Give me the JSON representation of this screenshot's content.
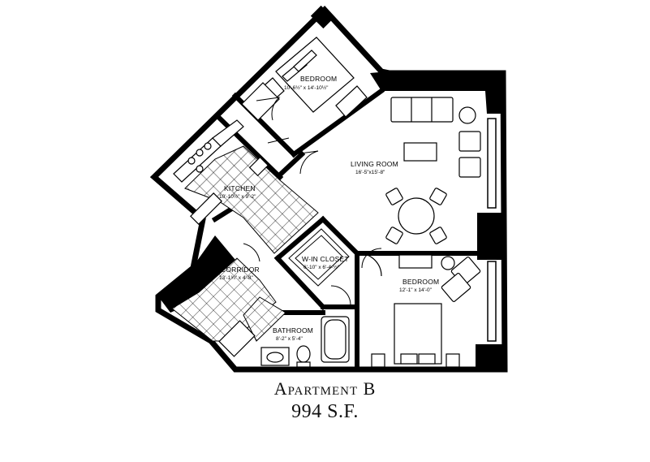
{
  "caption": {
    "title": "Apartment B",
    "area": "994 S.F."
  },
  "rooms": {
    "bedroom_top": {
      "name": "BEDROOM",
      "dims": "10'-6½\" x 14'-10½\""
    },
    "living_room": {
      "name": "LIVING ROOM",
      "dims": "16'-5\"x15'-8\""
    },
    "kitchen": {
      "name": "KITCHEN",
      "dims": "10'-10½\" x 9'-2\""
    },
    "walk_in_closet": {
      "name": "W-IN CLOSET",
      "dims": "6'-10\" x 6'-4-½\""
    },
    "corridor": {
      "name": "CORRIDOR",
      "dims": "13'-1¾\" x 4'-8\""
    },
    "bedroom_right": {
      "name": "BEDROOM",
      "dims": "12'-1\" x 14'-0\""
    },
    "bathroom": {
      "name": "BATHROOM",
      "dims": "8'-2\" x 5'-4\""
    }
  },
  "colors": {
    "wall": "#000000",
    "floor": "#ffffff",
    "line": "#000000"
  }
}
